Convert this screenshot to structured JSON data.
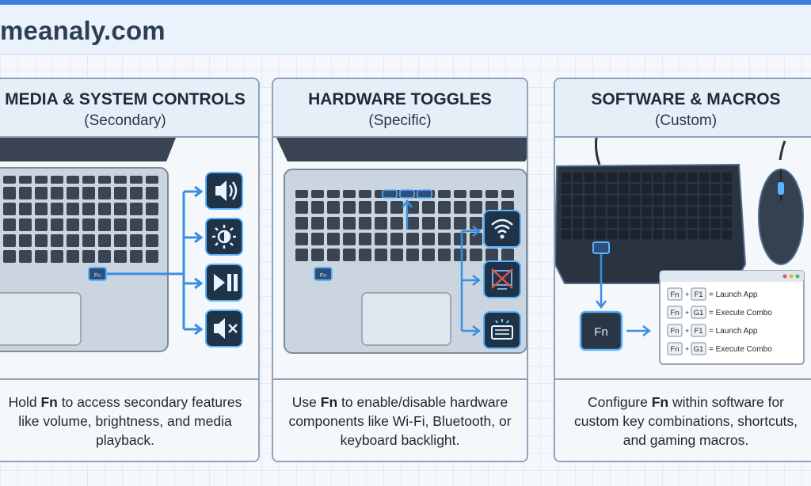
{
  "header": {
    "site_title": "meanaly.com"
  },
  "panels": [
    {
      "title": "MEDIA & SYSTEM CONTROLS",
      "subtitle": "(Secondary)",
      "text_pre": "Hold ",
      "text_key": "Fn",
      "text_post": " to access secondary features like volume, brightness, and media playback.",
      "fn_key_label": "Fn",
      "icons": [
        "volume-icon",
        "brightness-icon",
        "play-pause-icon",
        "mute-icon"
      ]
    },
    {
      "title": "HARDWARE TOGGLES",
      "subtitle": "(Specific)",
      "text_pre": "Use ",
      "text_key": "Fn",
      "text_post": " to enable/disable hardware components like Wi-Fi, Bluetooth, or keyboard backlight.",
      "fn_key_label": "Fn",
      "icons": [
        "wifi-icon",
        "display-off-icon",
        "keyboard-backlight-icon"
      ]
    },
    {
      "title": "SOFTWARE & MACROS",
      "subtitle": "(Custom)",
      "text_pre": "Configure ",
      "text_key": "Fn",
      "text_post": " within software for custom key combinations, shortcuts, and gaming macros.",
      "fn_key_label": "Fn",
      "macros": [
        {
          "key1": "Fn",
          "plus": "+",
          "key2": "F1",
          "action": "= Launch App"
        },
        {
          "key1": "Fn",
          "plus": "+",
          "key2": "G1",
          "action": "= Execute Combo"
        },
        {
          "key1": "Fn",
          "plus": "+",
          "key2": "F1",
          "action": "= Launch App"
        },
        {
          "key1": "Fn",
          "plus": "+",
          "key2": "G1",
          "action": "= Execute Combo"
        }
      ]
    }
  ],
  "colors": {
    "accent": "#3b8fe0",
    "glow": "#5ab4ff",
    "icon_bg": "#1f3348",
    "key": "#3a4452",
    "border": "#8fa4bb"
  }
}
